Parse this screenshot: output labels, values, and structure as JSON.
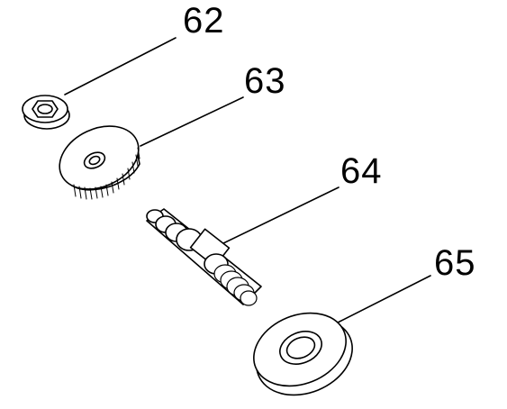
{
  "diagram": {
    "callouts": [
      {
        "id": "62",
        "label": "62"
      },
      {
        "id": "63",
        "label": "63"
      },
      {
        "id": "64",
        "label": "64"
      },
      {
        "id": "65",
        "label": "65"
      }
    ],
    "colors": {
      "ink": "#000000",
      "paper": "#ffffff",
      "shade": "#d9d9d9"
    }
  }
}
